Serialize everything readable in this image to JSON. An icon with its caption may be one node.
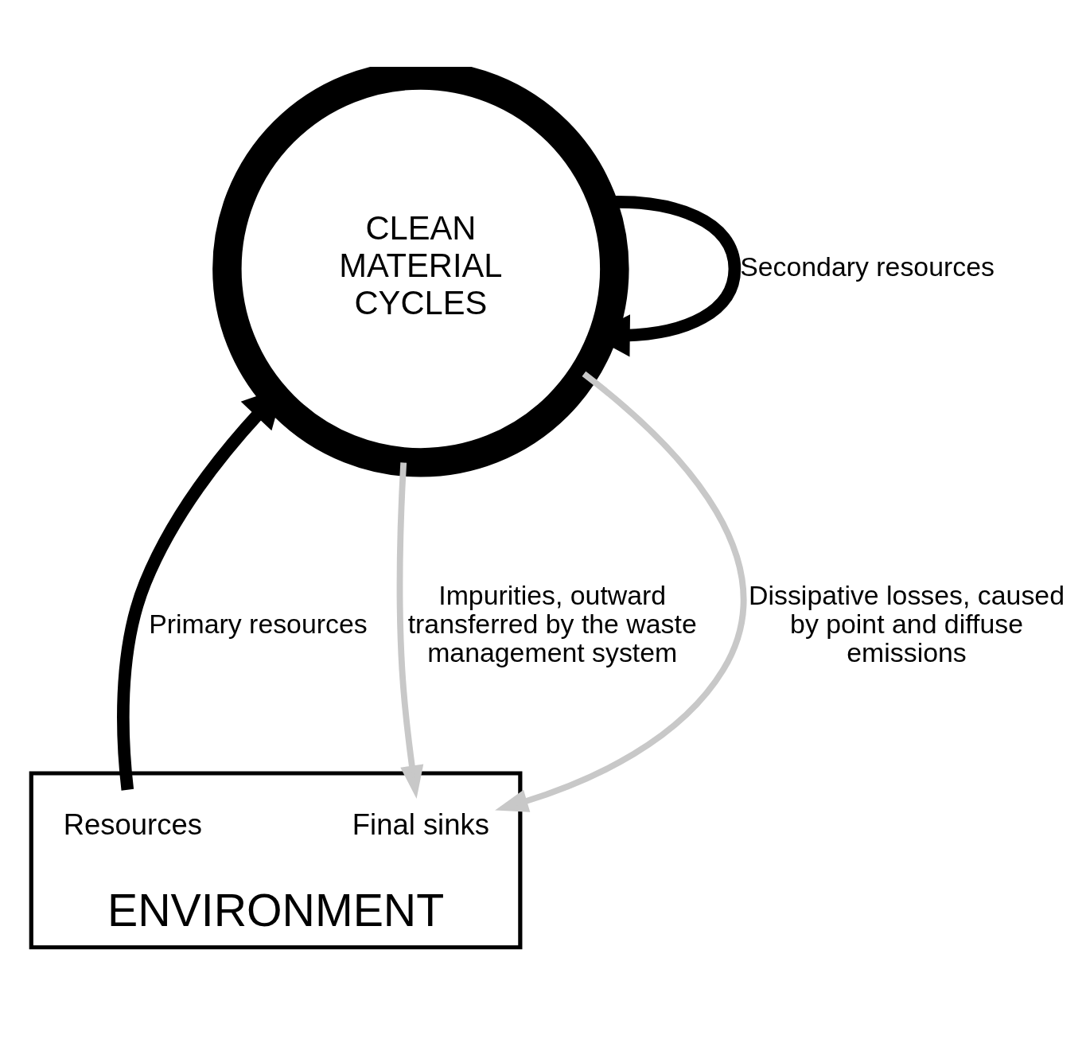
{
  "diagram": {
    "nodes": [
      {
        "text": [
          "ENVIRONMENT"
        ]
      },
      {
        "text": [
          "Resources"
        ],
        "in": 0
      },
      {
        "text": [
          "Final sinks"
        ],
        "in": 0
      },
      {
        "text": [
          "CLEAN MATERIAL CYCLES"
        ]
      }
    ],
    "edges": [
      {
        "from": 1,
        "to": 3,
        "arrow": "to",
        "label": "Primary resources",
        "style": "thick"
      },
      {
        "from": 3,
        "to": 3,
        "arrow": "to",
        "label": "Secondary resources",
        "style": "thick"
      },
      {
        "from": 3,
        "to": 2,
        "arrow": "to",
        "label": "Impurities, outward transferred by the waste management system",
        "color": "#c8c8c8"
      },
      {
        "from": 3,
        "to": 2,
        "arrow": "to",
        "label": "Dissipative losses, caused by point and diffuse emissions",
        "color": "#c8c8c8"
      }
    ]
  }
}
